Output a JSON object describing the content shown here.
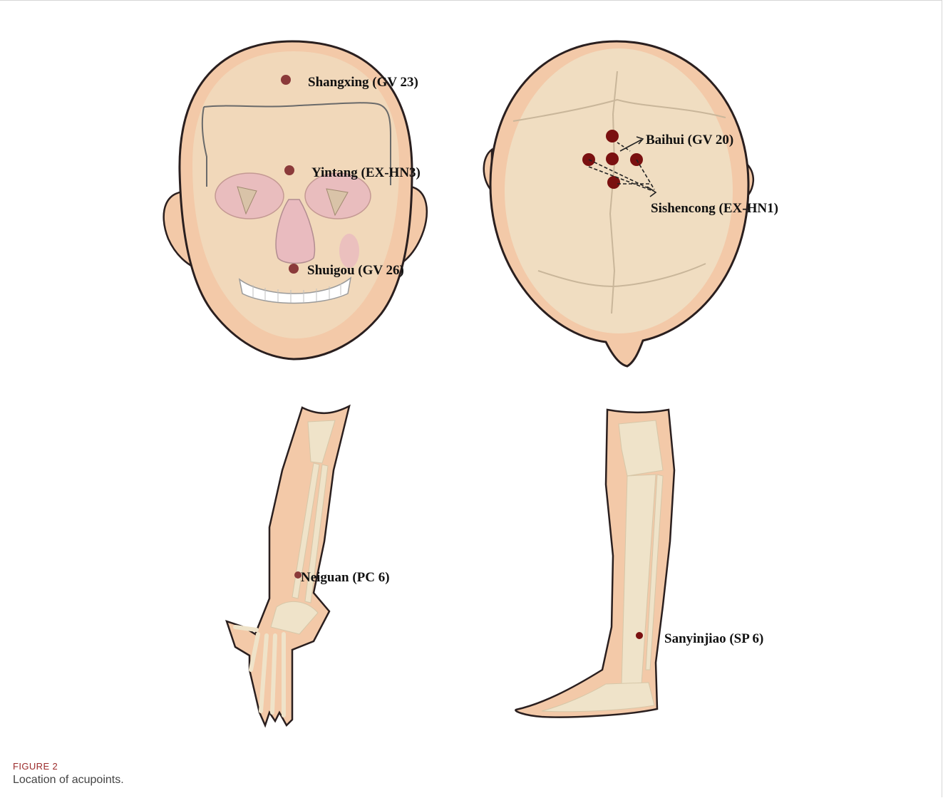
{
  "figure": {
    "label": "FIGURE 2",
    "caption": "Location of acupoints."
  },
  "acupoints": {
    "shangxing": "Shangxing (GV 23)",
    "yintang": "Yintang (EX-HN3)",
    "shuigou": "Shuigou (GV 26)",
    "baihui": "Baihui (GV 20)",
    "sishencong": "Sishencong (EX-HN1)",
    "neiguan": "Neiguan (PC 6)",
    "sanyinjiao": "Sanyinjiao (SP 6)"
  },
  "colors": {
    "skin": "#f3c9a8",
    "skin_outline": "#2a1f1f",
    "bone": "#efe3c9",
    "point": "#8b2a2a",
    "point_dark": "#7a1010"
  }
}
